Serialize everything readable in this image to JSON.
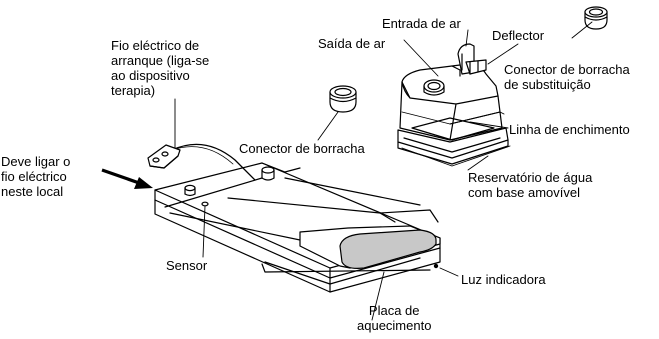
{
  "labels": {
    "cable": [
      "Fio eléctrico de",
      "arranque (liga-se",
      "ao dispositivo",
      "terapia)"
    ],
    "connect_here": [
      "Deve ligar o",
      "fio eléctrico",
      "neste local"
    ],
    "rubber_connector": "Conector de borracha",
    "air_outlet": "Saída de ar",
    "air_inlet": "Entrada de ar",
    "deflector": "Deflector",
    "replacement_connector": [
      "Conector de borracha",
      "de substituição"
    ],
    "fill_line": "Linha de enchimento",
    "reservoir": [
      "Reservatório de água",
      "com base amovível"
    ],
    "sensor": "Sensor",
    "indicator_light": "Luz indicadora",
    "heater_plate": [
      "Placa de",
      "aquecimento"
    ]
  },
  "colors": {
    "line": "#000000",
    "heater_plate_fill": "#c8c8c8",
    "background": "#ffffff"
  },
  "icons": [
    "arrow-icon"
  ]
}
